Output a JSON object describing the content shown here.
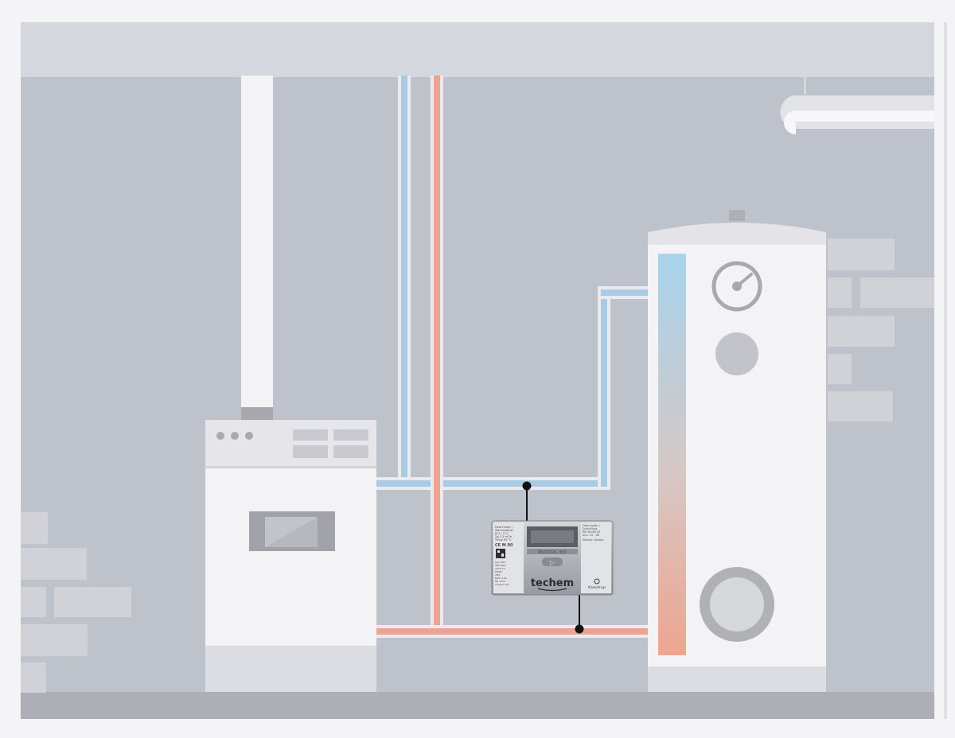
{
  "colors": {
    "wall": "#bec2ca",
    "ceiling": "#d4d7de",
    "floor": "#aeaeb6",
    "brick": "#d0d2d8",
    "appliance": "#f3f3f5",
    "appliance_base": "#dcdde2",
    "supply_pipe": "#eda392",
    "return_pipe": "#aacbe4",
    "meter_body": "#b9bac0"
  },
  "heat_meter": {
    "brand": "techem",
    "model": "MULTICAL 303",
    "maker": "Kamstrup",
    "label_left": [
      "Heat meter /",
      "Wärmezähler",
      "Kl.2 / Cl.2",
      "Qp 1.5 m³/h",
      "Tmax 90 °C"
    ],
    "label_right": [
      "Flow meter /",
      "Durchfluss",
      "PN 16  DN 15",
      "Anz. 15 - 90",
      "Einbau: Vorlauf"
    ],
    "ce_mark": "CE M 00",
    "info_lines": [
      "Typ: 603",
      "S/N 5520",
      "2021-10",
      "Pt500",
      "IP65",
      "Batt. 3.6V",
      "EN 1434",
      "made in DK"
    ],
    "button_icon": "play-icon"
  },
  "icons": [
    "pressure-gauge-icon"
  ]
}
